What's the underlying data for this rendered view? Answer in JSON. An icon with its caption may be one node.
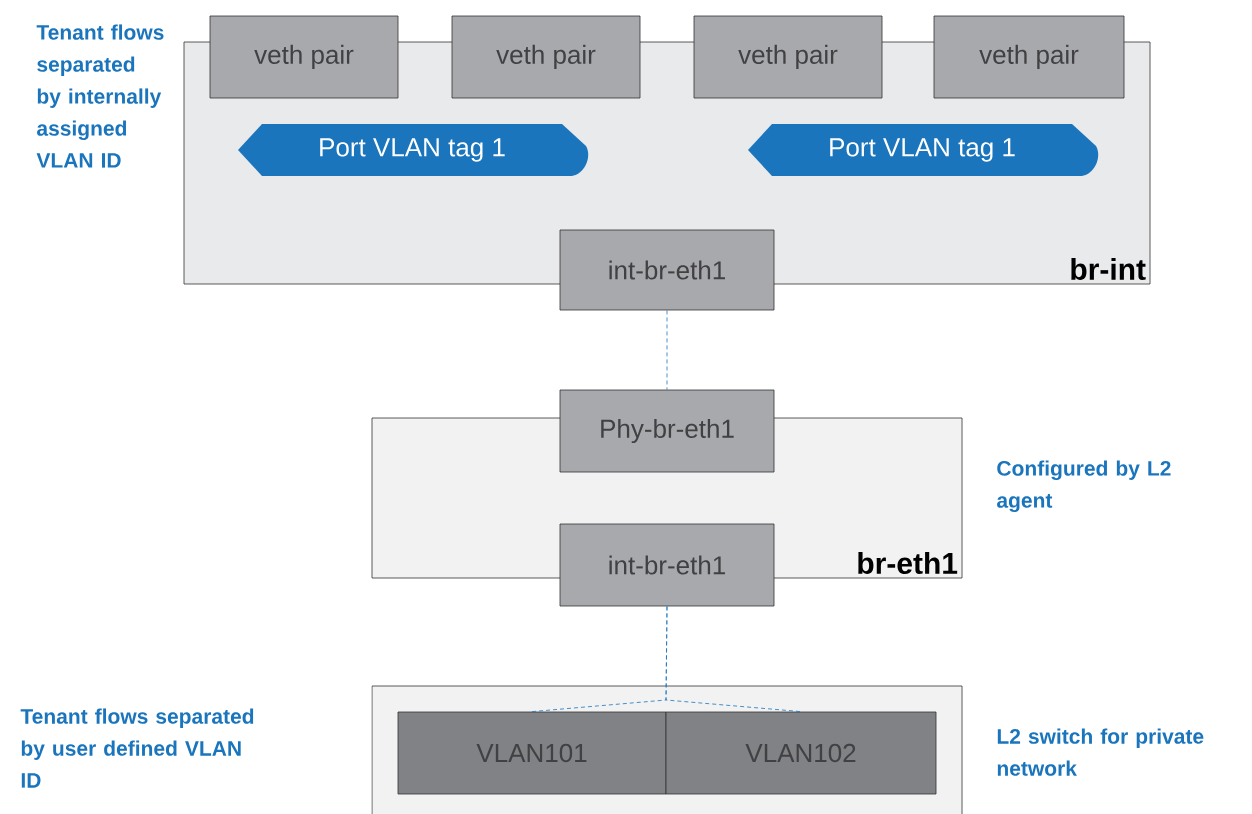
{
  "diagram": {
    "nodes": [
      {
        "text": [
          "br-int"
        ]
      },
      {
        "text": [
          "veth pair"
        ]
      },
      {
        "text": [
          "veth pair"
        ]
      },
      {
        "text": [
          "veth pair"
        ]
      },
      {
        "text": [
          "veth pair"
        ]
      },
      {
        "text": [
          "Port VLAN tag 1"
        ],
        "in": 0
      },
      {
        "text": [
          "Port VLAN tag 1"
        ],
        "in": 0
      },
      {
        "text": [
          "int-br-eth1"
        ]
      },
      {
        "text": [
          "br-eth1"
        ]
      },
      {
        "text": [
          "Phy-br-eth1"
        ]
      },
      {
        "text": [
          "int-br-eth1"
        ]
      },
      {
        "text": [],
        "shape": "box"
      },
      {
        "text": [
          "VLAN101"
        ],
        "in": 11
      },
      {
        "text": [
          "VLAN102"
        ],
        "in": 11
      }
    ],
    "edges": [
      {
        "from": 7,
        "to": 9,
        "arrow": "none",
        "style": "dashed"
      },
      {
        "from": 10,
        "to": 12,
        "arrow": "none",
        "style": "dashed"
      },
      {
        "from": 10,
        "to": 13,
        "arrow": "none",
        "style": "dashed"
      }
    ],
    "labels": [
      "Tenant flows separated by internally assigned VLAN ID",
      "Configured by L2 agent",
      "Tenant flows separated by user defined VLAN ID",
      "L2 switch for private network"
    ]
  }
}
